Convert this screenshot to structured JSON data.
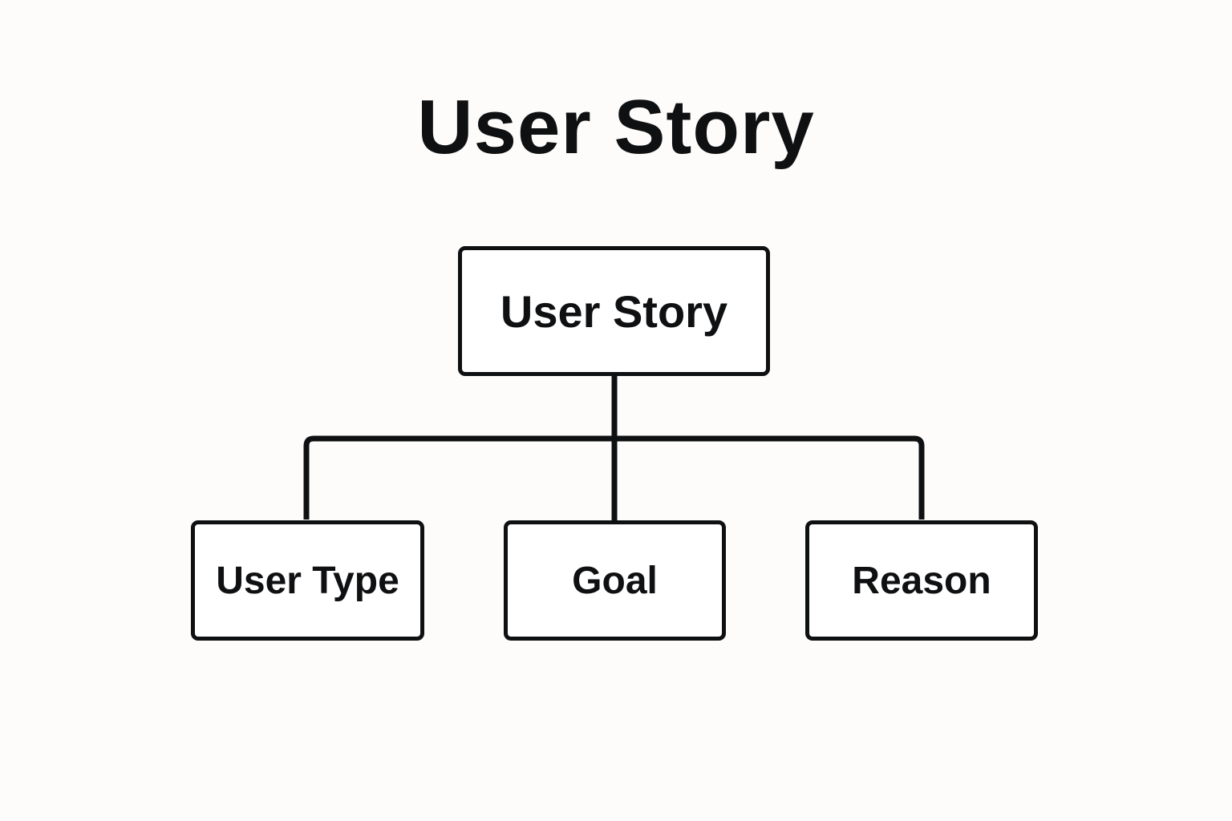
{
  "colors": {
    "background": "#fdfcfa",
    "ink": "#0f1012",
    "box_fill": "#ffffff"
  },
  "diagram": {
    "title": "User Story",
    "root": {
      "label": "User Story"
    },
    "children": [
      {
        "label": "User Type"
      },
      {
        "label": "Goal"
      },
      {
        "label": "Reason"
      }
    ]
  }
}
